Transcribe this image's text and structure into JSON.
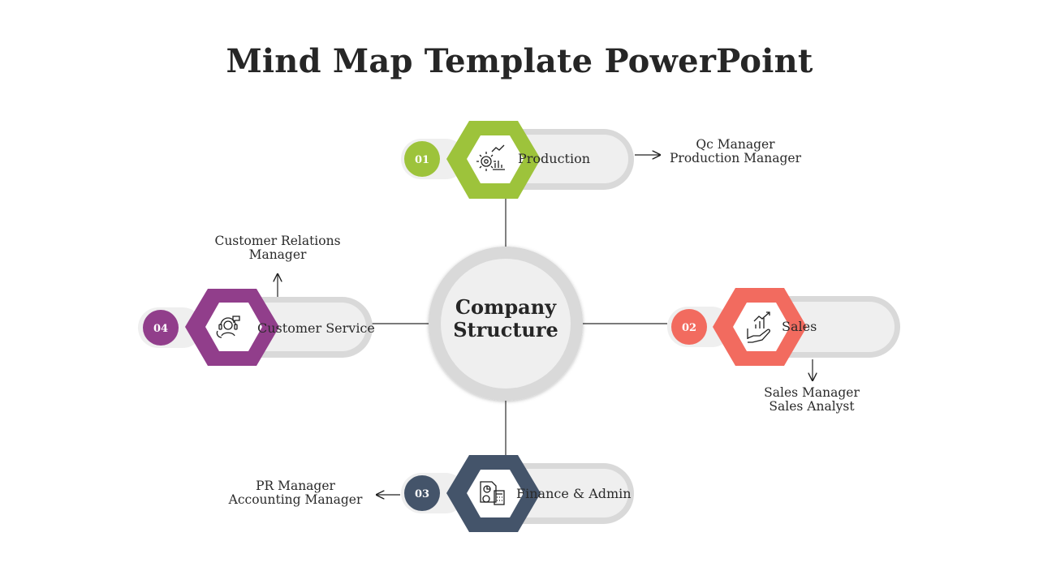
{
  "title": "Mind Map Template PowerPoint",
  "center": {
    "line1": "Company",
    "line2": "Structure"
  },
  "branches": [
    {
      "number": "01",
      "label": "Production",
      "color": "#9dc33b",
      "icon": "production-gear-chart-icon",
      "notes": [
        "Qc Manager",
        "Production Manager"
      ]
    },
    {
      "number": "02",
      "label": "Sales",
      "color": "#f26b5f",
      "icon": "sales-hand-chart-icon",
      "notes": [
        "Sales Manager",
        "Sales Analyst"
      ]
    },
    {
      "number": "03",
      "label": "Finance & Admin",
      "color": "#44546a",
      "icon": "finance-calculator-document-icon",
      "notes": [
        "PR Manager",
        "Accounting Manager"
      ]
    },
    {
      "number": "04",
      "label": "Customer Service",
      "color": "#913e8b",
      "icon": "customer-service-headset-icon",
      "notes": [
        "Customer Relations",
        "Manager"
      ]
    }
  ]
}
